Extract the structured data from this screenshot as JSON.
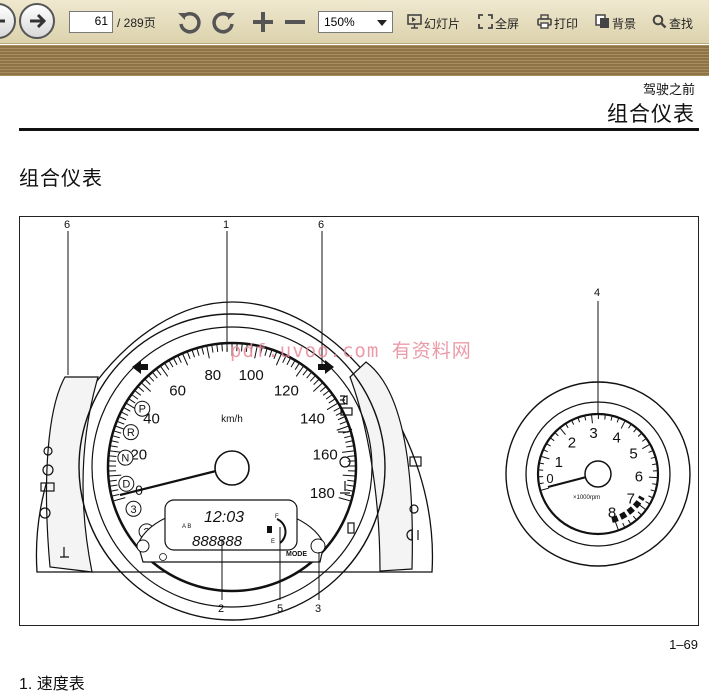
{
  "toolbar": {
    "page_current": "61",
    "page_total": "/ 289页",
    "zoom": "150%",
    "slideshow_label": "幻灯片",
    "fullscreen_label": "全屏",
    "print_label": "打印",
    "background_label": "背景",
    "search_label": "查找",
    "icons": [
      "back-icon",
      "forward-icon",
      "rotate-left-icon",
      "rotate-right-icon",
      "zoom-in-icon",
      "zoom-out-icon",
      "slideshow-icon",
      "fullscreen-icon",
      "print-icon",
      "background-icon",
      "search-icon"
    ]
  },
  "document": {
    "section_small": "驾驶之前",
    "section_big": "组合仪表",
    "heading": "组合仪表",
    "page_number": "1–69",
    "list_item": "1. 速度表",
    "watermark": "pdf.uvoo.com 有资料网"
  },
  "figure": {
    "callouts": [
      "6",
      "1",
      "6",
      "4",
      "2",
      "5",
      "3"
    ],
    "speed_labels": [
      "20",
      "40",
      "60",
      "80",
      "100",
      "120",
      "140",
      "160",
      "180"
    ],
    "speed_zero": "0",
    "speed_unit": "km/h",
    "gear_letters": [
      "P",
      "R",
      "N",
      "D",
      "3",
      "2",
      "L"
    ],
    "display_time": "12:03",
    "display_odometer": "888888",
    "display_trip": "A B",
    "fuel_full": "F",
    "fuel_empty": "E",
    "mode_label": "MODE",
    "tach_labels": [
      "1",
      "2",
      "3",
      "4",
      "5",
      "6",
      "7",
      "8"
    ],
    "tach_zero": "0",
    "tach_unit": "×1000rpm"
  },
  "colors": {
    "toolbar_bg": "#e6dcbc",
    "stripe": "#967d50",
    "watermark": "#e88a9a",
    "ink": "#111111"
  }
}
